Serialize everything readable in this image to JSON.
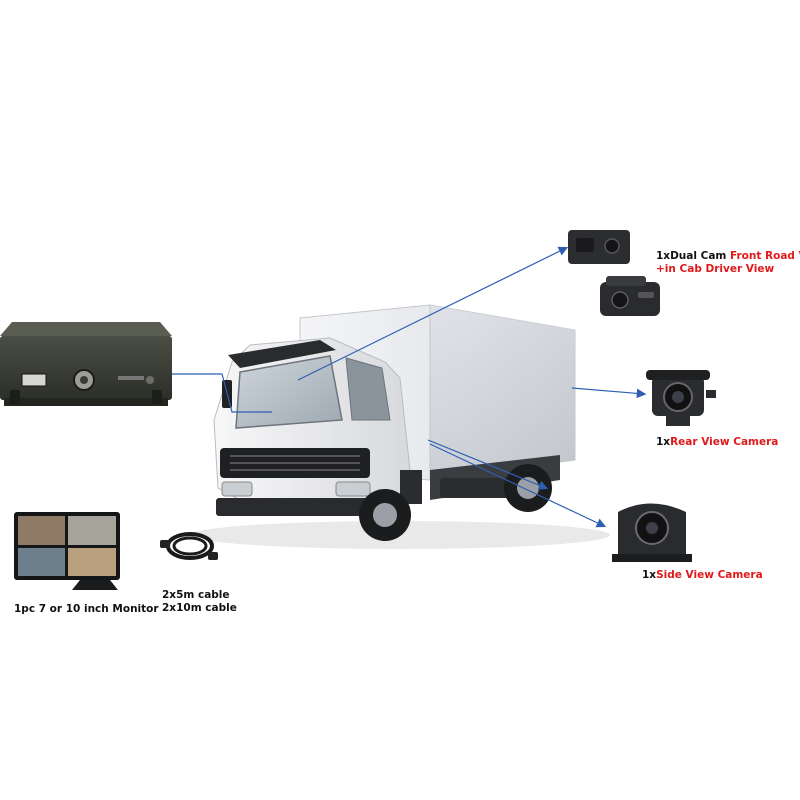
{
  "colors": {
    "arrow": "#2f5fb3",
    "accent_red": "#e0191b",
    "text": "#111111"
  },
  "labels": {
    "dual_cam_prefix": "1xDual Cam",
    "dual_cam_front": "Front Road View",
    "dual_cam_cab": "+in Cab Driver View",
    "rear_prefix": "1x",
    "rear_name": "Rear View Camera",
    "side_prefix": "1x",
    "side_name": "Side View Camera",
    "monitor": "1pc 7 or 10 inch Monitor",
    "cable_5m": "2x5m cable",
    "cable_10m": "2x10m cable"
  },
  "icons": {
    "dvr": "mobile-dvr-unit",
    "truck": "box-truck",
    "dual_cam": "dual-dash-camera",
    "rear_cam": "rear-view-camera",
    "side_cam": "side-view-camera",
    "monitor": "quad-split-monitor",
    "cable": "extension-cable-coil"
  }
}
